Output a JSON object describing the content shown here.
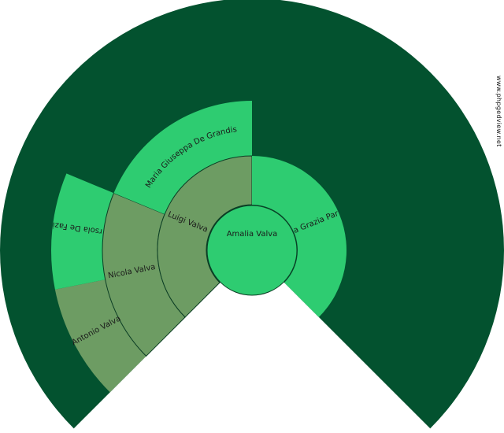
{
  "colors": {
    "background_ring": "#03522f",
    "center": "#2ecc71",
    "bright": "#2ecc71",
    "muted": "#6d9c63",
    "stroke": "#0b3d24"
  },
  "watermark": "www.phpgedview.net",
  "persons": {
    "root": {
      "name": "Amalia Valva"
    },
    "father": {
      "name": "Luigi Valva"
    },
    "mother": {
      "name": "Maria Grazia Parente"
    },
    "paternal_grandfather": {
      "name": "Nicola Valva"
    },
    "paternal_grandmother": {
      "name": "Maria Giuseppa De Grandis"
    },
    "great_grandfather": {
      "name": "Antonio Valva"
    },
    "great_grandmother": {
      "name": "Orsola De Fazio"
    }
  }
}
